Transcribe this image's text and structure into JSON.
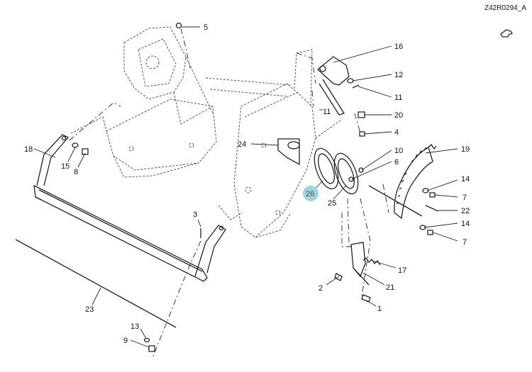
{
  "diagram_ref": "Z42R0294_A",
  "icons": {
    "nav_arrow": "hand-pointer-icon"
  },
  "highlight_color": "#9ed3df",
  "callouts": {
    "c1": "1",
    "c2": "2",
    "c3": "3",
    "c4": "4",
    "c5": "5",
    "c6": "6",
    "c7a": "7",
    "c7b": "7",
    "c8": "8",
    "c9": "9",
    "c10": "10",
    "c11a": "11",
    "c11b": "11",
    "c12": "12",
    "c13": "13",
    "c14a": "14",
    "c14b": "14",
    "c15": "15",
    "c16": "16",
    "c17": "17",
    "c18": "18",
    "c19": "19",
    "c20": "20",
    "c21": "21",
    "c22": "22",
    "c23": "23",
    "c24": "24",
    "c25": "25",
    "c26": "26"
  }
}
